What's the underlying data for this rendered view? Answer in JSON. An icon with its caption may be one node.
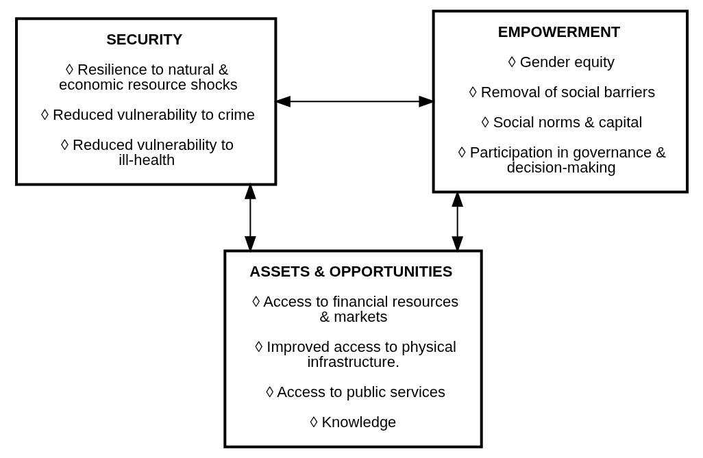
{
  "diagram": {
    "nodes": [
      {
        "text": [
          "SECURITY",
          "◊ Resilience to natural & economic resource shocks",
          "◊ Reduced vulnerability to crime",
          "◊ Reduced vulnerability to ill-health"
        ]
      },
      {
        "text": [
          "EMPOWERMENT",
          "◊ Gender equity",
          "◊ Removal of social barriers",
          "◊ Social norms & capital",
          "◊ Participation in governance & decision-making"
        ]
      },
      {
        "text": [
          "ASSETS & OPPORTUNITIES",
          "◊ Access to financial resources & markets",
          "◊ Improved access to physical infrastructure.",
          "◊ Access to public services",
          "◊ Knowledge"
        ]
      }
    ],
    "edges": [
      {
        "from": 0,
        "to": 1,
        "arrow": "both"
      },
      {
        "from": 0,
        "to": 2,
        "arrow": "both"
      },
      {
        "from": 2,
        "to": 1,
        "arrow": "both"
      }
    ]
  }
}
